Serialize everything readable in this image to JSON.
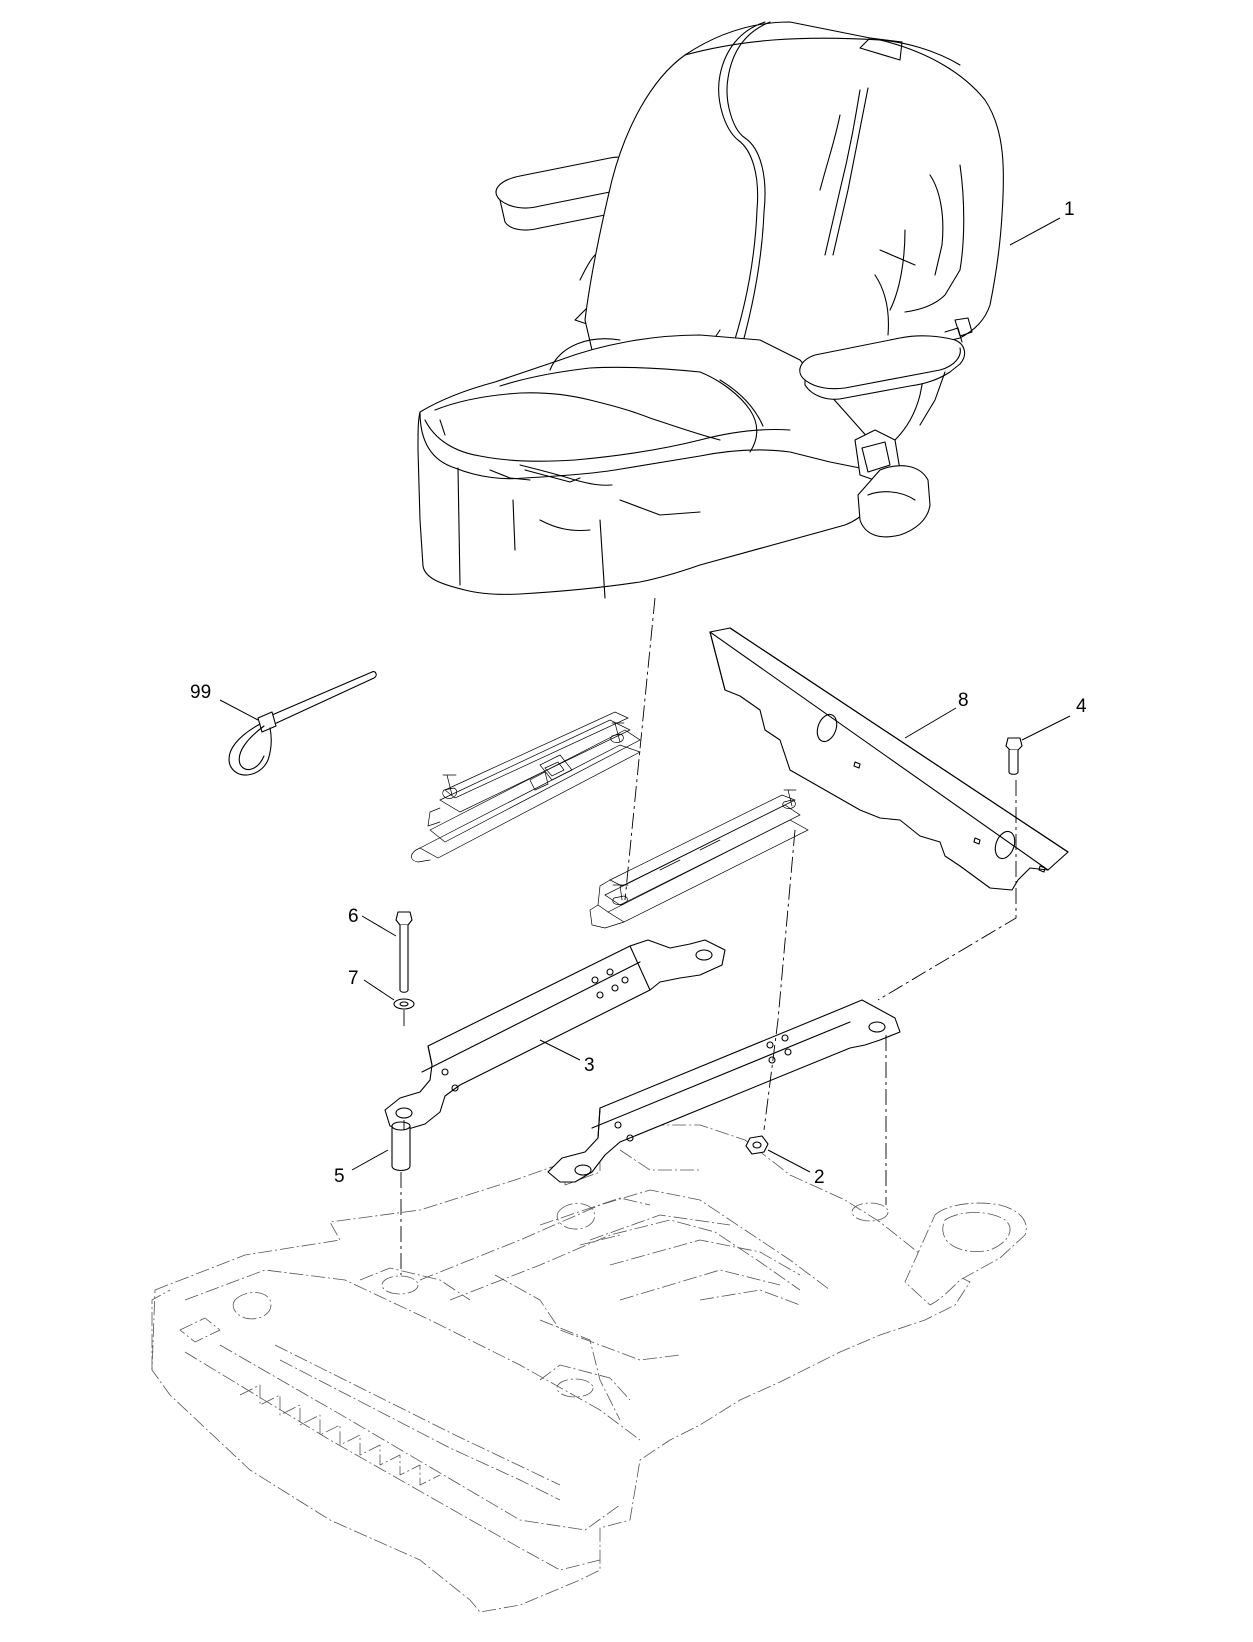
{
  "callouts": {
    "c1": "1",
    "c2": "2",
    "c3": "3",
    "c4": "4",
    "c5": "5",
    "c6": "6",
    "c7": "7",
    "c8": "8",
    "c99": "99"
  }
}
